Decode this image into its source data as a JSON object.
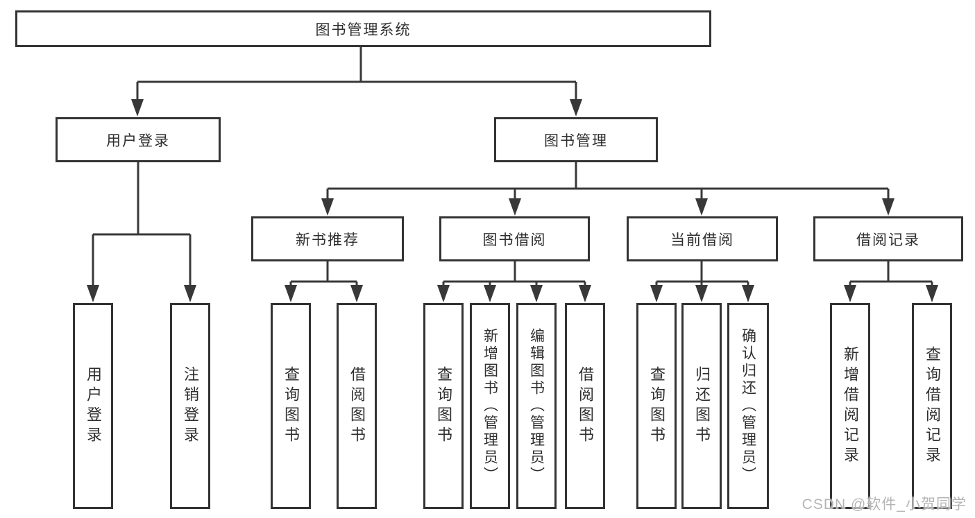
{
  "nodes": {
    "root": "图书管理系统",
    "user_login": "用户登录",
    "book_mgmt": "图书管理",
    "new_book": "新书推荐",
    "book_borrow": "图书借阅",
    "current_borrow": "当前借阅",
    "borrow_records": "借阅记录"
  },
  "leaves": {
    "user_login": [
      "用户登录",
      "注销登录"
    ],
    "new_book": [
      "查询图书",
      "借阅图书"
    ],
    "book_borrow": [
      "查询图书",
      "新增图书（管理员）",
      "编辑图书（管理员）",
      "借阅图书"
    ],
    "current_borrow": [
      "查询图书",
      "归还图书",
      "确认归还（管理员）"
    ],
    "borrow_records": [
      "新增借阅记录",
      "查询借阅记录"
    ]
  },
  "watermark": "CSDN @软件_小贺同学",
  "colors": {
    "line": "#383838",
    "box_border": "#333333",
    "text": "#2e2e2e",
    "watermark": "#b5b5b5",
    "background": "#ffffff"
  }
}
